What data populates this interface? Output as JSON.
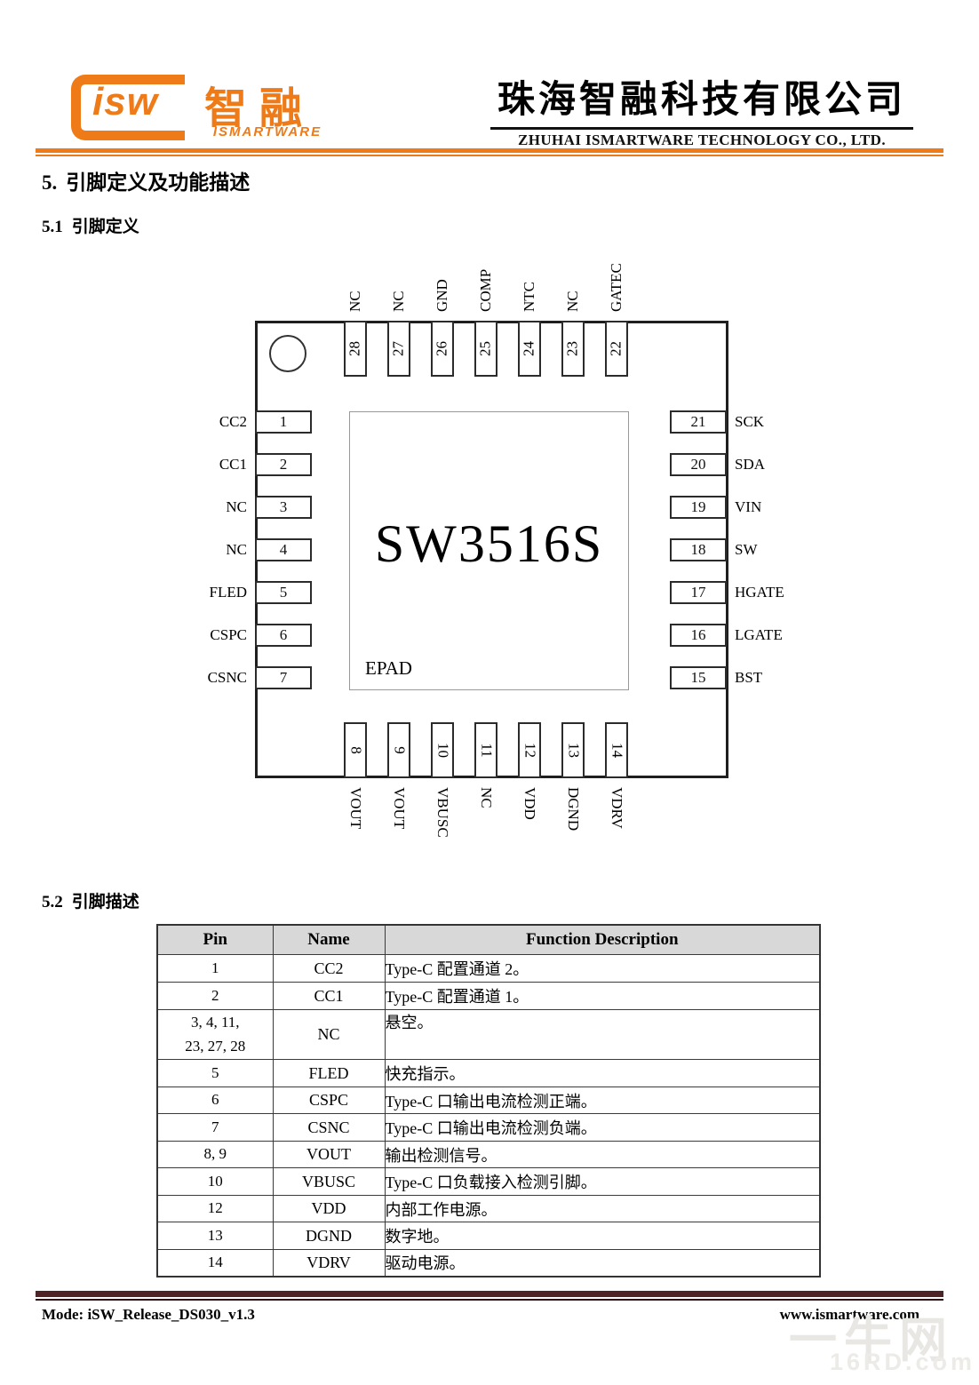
{
  "header": {
    "logo": {
      "isw": "isw",
      "cn": "智融",
      "en": "ISMARTWARE"
    },
    "company_cn": "珠海智融科技有限公司",
    "company_en": "ZHUHAI ISMARTWARE TECHNOLOGY CO., LTD."
  },
  "sections": {
    "s5_num": "5.",
    "s5_title": "引脚定义及功能描述",
    "s51_num": "5.1",
    "s51_title": "引脚定义",
    "s52_num": "5.2",
    "s52_title": "引脚描述"
  },
  "chip": {
    "part_number": "SW3516S",
    "epad_label": "EPAD",
    "top_pins": [
      {
        "num": "28",
        "name": "NC"
      },
      {
        "num": "27",
        "name": "NC"
      },
      {
        "num": "26",
        "name": "GND"
      },
      {
        "num": "25",
        "name": "COMP"
      },
      {
        "num": "24",
        "name": "NTC"
      },
      {
        "num": "23",
        "name": "NC"
      },
      {
        "num": "22",
        "name": "GATEC"
      }
    ],
    "bottom_pins": [
      {
        "num": "8",
        "name": "VOUT"
      },
      {
        "num": "9",
        "name": "VOUT"
      },
      {
        "num": "10",
        "name": "VBUSC"
      },
      {
        "num": "11",
        "name": "NC"
      },
      {
        "num": "12",
        "name": "VDD"
      },
      {
        "num": "13",
        "name": "DGND"
      },
      {
        "num": "14",
        "name": "VDRV"
      }
    ],
    "left_pins": [
      {
        "num": "1",
        "name": "CC2"
      },
      {
        "num": "2",
        "name": "CC1"
      },
      {
        "num": "3",
        "name": "NC"
      },
      {
        "num": "4",
        "name": "NC"
      },
      {
        "num": "5",
        "name": "FLED"
      },
      {
        "num": "6",
        "name": "CSPC"
      },
      {
        "num": "7",
        "name": "CSNC"
      }
    ],
    "right_pins": [
      {
        "num": "21",
        "name": "SCK"
      },
      {
        "num": "20",
        "name": "SDA"
      },
      {
        "num": "19",
        "name": "VIN"
      },
      {
        "num": "18",
        "name": "SW"
      },
      {
        "num": "17",
        "name": "HGATE"
      },
      {
        "num": "16",
        "name": "LGATE"
      },
      {
        "num": "15",
        "name": "BST"
      }
    ]
  },
  "pin_table": {
    "headers": [
      "Pin",
      "Name",
      "Function Description"
    ],
    "rows": [
      {
        "pin": [
          "1"
        ],
        "name": "CC2",
        "desc": "Type-C 配置通道 2。"
      },
      {
        "pin": [
          "2"
        ],
        "name": "CC1",
        "desc": "Type-C 配置通道 1。"
      },
      {
        "pin": [
          "3, 4, 11,",
          "23, 27, 28"
        ],
        "name": "NC",
        "desc": "悬空。"
      },
      {
        "pin": [
          "5"
        ],
        "name": "FLED",
        "desc": "快充指示。"
      },
      {
        "pin": [
          "6"
        ],
        "name": "CSPC",
        "desc": "Type-C 口输出电流检测正端。"
      },
      {
        "pin": [
          "7"
        ],
        "name": "CSNC",
        "desc": "Type-C 口输出电流检测负端。"
      },
      {
        "pin": [
          "8, 9"
        ],
        "name": "VOUT",
        "desc": "输出检测信号。"
      },
      {
        "pin": [
          "10"
        ],
        "name": "VBUSC",
        "desc": "Type-C 口负载接入检测引脚。"
      },
      {
        "pin": [
          "12"
        ],
        "name": "VDD",
        "desc": "内部工作电源。"
      },
      {
        "pin": [
          "13"
        ],
        "name": "DGND",
        "desc": "数字地。"
      },
      {
        "pin": [
          "14"
        ],
        "name": "VDRV",
        "desc": "驱动电源。"
      }
    ]
  },
  "footer": {
    "left": "Mode: iSW_Release_DS030_v1.3",
    "right": "www.ismartware.com"
  },
  "watermark": {
    "cn": "一牛网",
    "en": "16RD.com"
  },
  "colors": {
    "accent_orange": "#EE7A18",
    "footer_bar": "#4E2424",
    "table_header_bg": "#D8D8D8"
  }
}
